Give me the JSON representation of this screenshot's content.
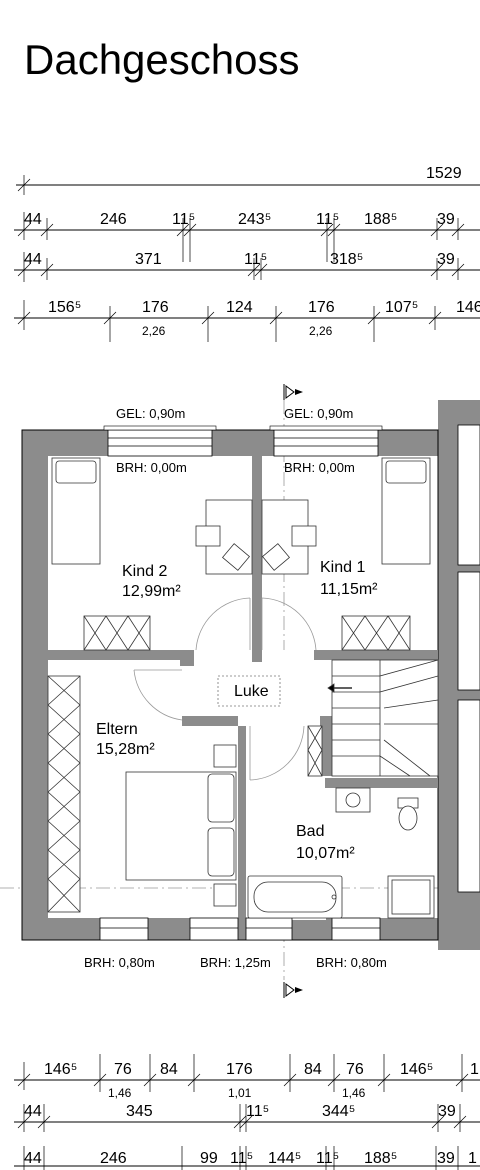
{
  "title": "Dachgeschoss",
  "dims_top": {
    "total": "1529",
    "row1": [
      "44",
      "246",
      "11⁵",
      "243⁵",
      "11⁵",
      "188⁵",
      "39"
    ],
    "row2": [
      "44",
      "371",
      "11⁵",
      "318⁵",
      "39"
    ],
    "row3": [
      "156⁵",
      "176",
      "124",
      "176",
      "107⁵",
      "146"
    ],
    "row3_sub": [
      "2,26",
      "2,26"
    ]
  },
  "dims_bottom": {
    "row1": [
      "146⁵",
      "76",
      "84",
      "176",
      "84",
      "76",
      "146⁵",
      "1"
    ],
    "row1_sub": [
      "1,46",
      "1,01",
      "1,46"
    ],
    "row2": [
      "44",
      "345",
      "11⁵",
      "344⁵",
      "39"
    ],
    "row3": [
      "44",
      "246",
      "99",
      "11⁵",
      "144⁵",
      "11⁵",
      "188⁵",
      "39",
      "1"
    ]
  },
  "labels": {
    "gel_left": "GEL: 0,90m",
    "gel_right": "GEL: 0,90m",
    "brh_kind2": "BRH: 0,00m",
    "brh_kind1": "BRH: 0,00m",
    "brh_eltern": "BRH: 0,80m",
    "brh_mid": "BRH: 1,25m",
    "brh_bad": "BRH: 0,80m",
    "luke": "Luke"
  },
  "rooms": {
    "kind2": {
      "name": "Kind 2",
      "area": "12,99m²"
    },
    "kind1": {
      "name": "Kind 1",
      "area": "11,15m²"
    },
    "eltern": {
      "name": "Eltern",
      "area": "15,28m²"
    },
    "bad": {
      "name": "Bad",
      "area": "10,07m²"
    }
  }
}
